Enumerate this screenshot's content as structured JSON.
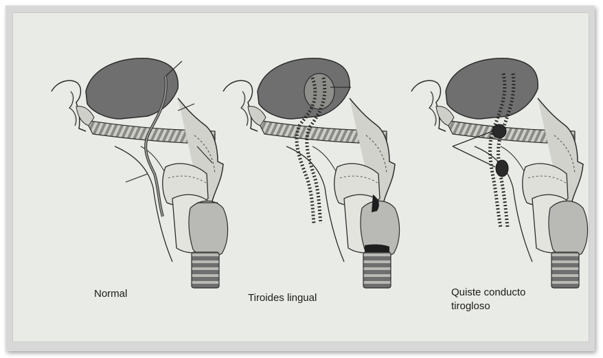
{
  "figure": {
    "panels": [
      {
        "id": "normal",
        "caption_lines": [
          "Normal"
        ]
      },
      {
        "id": "lingual",
        "caption_lines": [
          "Tiroides lingual"
        ]
      },
      {
        "id": "cyst",
        "caption_lines": [
          "Quiste conducto",
          "tirogloso"
        ]
      }
    ]
  },
  "colors": {
    "background": "#e9ebe6",
    "tissue_dark": "#6f6f6f",
    "tissue_mid": "#a9a9a9",
    "tissue_light": "#d2d2cc",
    "outline": "#2b2b2b"
  }
}
